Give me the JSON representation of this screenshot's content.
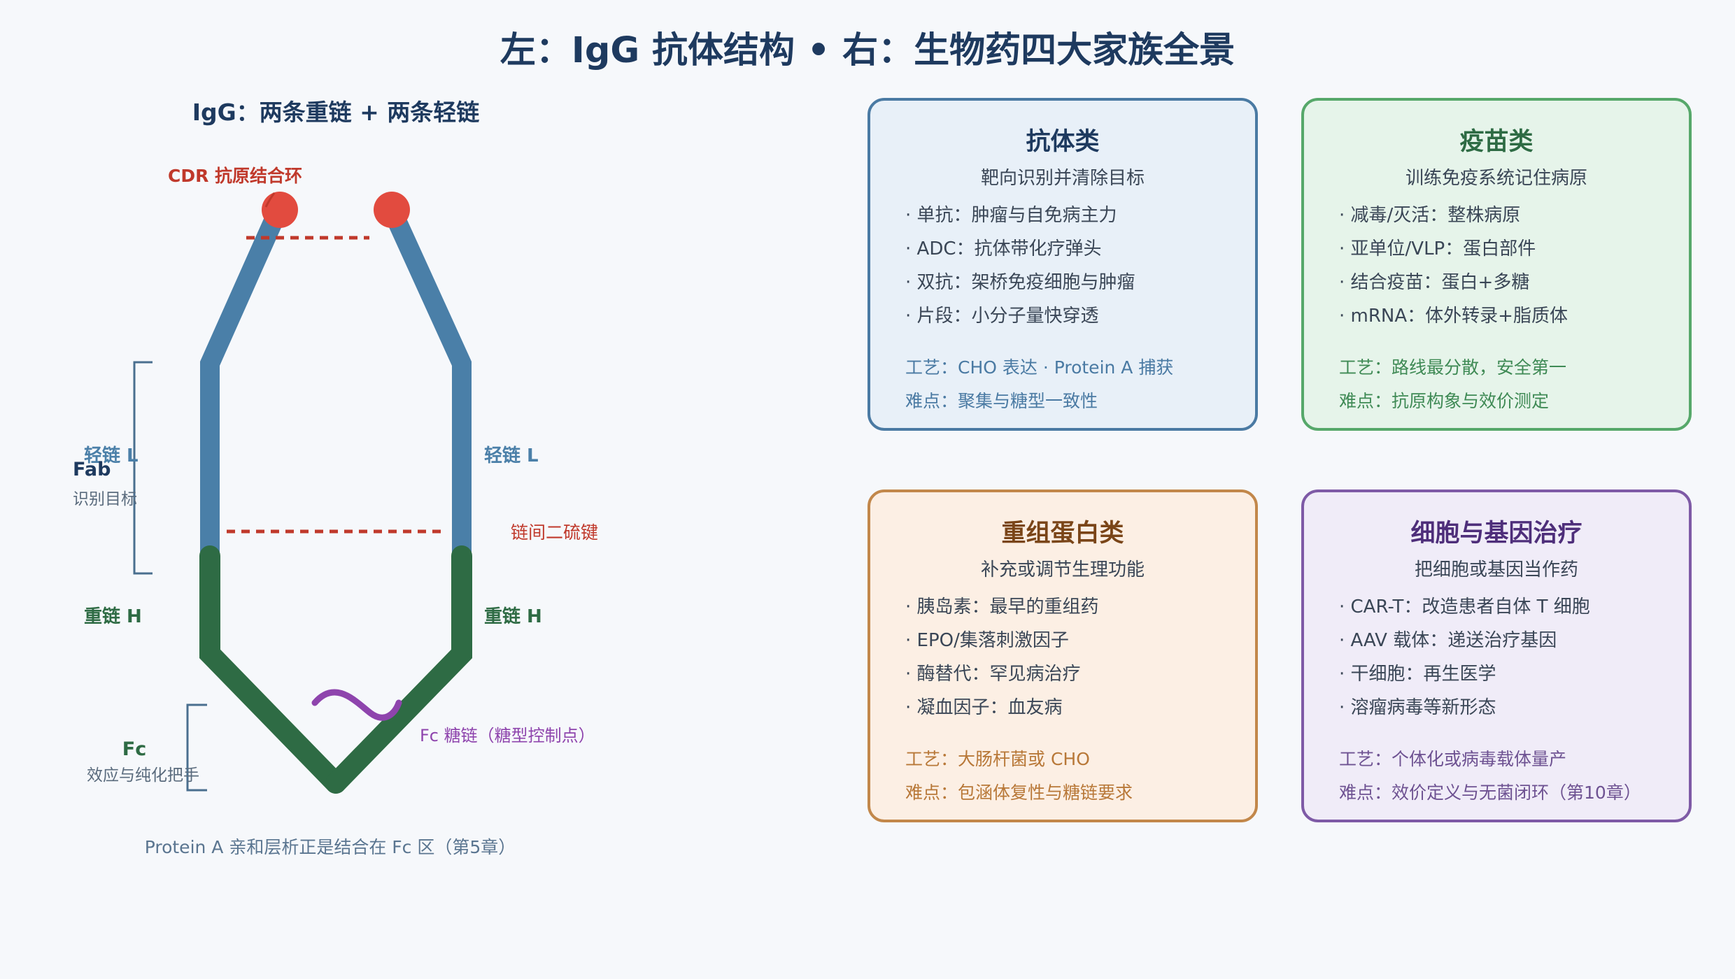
{
  "title": "左：IgG 抗体结构 • 右：生物药四大家族全景",
  "igg": {
    "heading": "IgG：两条重链 + 两条轻链",
    "cdr_label": "CDR 抗原结合环",
    "light_chain_left": "轻链 L",
    "light_chain_right": "轻链 L",
    "fab_label": "Fab",
    "fab_desc": "识别目标",
    "disulfide_label": "链间二硫键",
    "heavy_chain_left": "重链 H",
    "heavy_chain_right": "重链 H",
    "fc_label": "Fc",
    "fc_desc": "效应与纯化把手",
    "glycan_label": "Fc 糖链（糖型控制点）",
    "footnote": "Protein A 亲和层析正是结合在 Fc 区（第5章）"
  },
  "colors": {
    "light_chain": "#4a7fa8",
    "heavy_chain": "#2e6b44",
    "cdr": "#e24b3f",
    "disulfide": "#c0392b",
    "glycan": "#8e44ad"
  },
  "cards": [
    {
      "title": "抗体类",
      "subtitle": "靶向识别并清除目标",
      "items": [
        "· 单抗：肿瘤与自免病主力",
        "· ADC：抗体带化疗弹头",
        "· 双抗：架桥免疫细胞与肿瘤",
        "· 片段：小分子量快穿透"
      ],
      "notes": [
        "工艺：CHO 表达 · Protein A 捕获",
        "难点：聚集与糖型一致性"
      ]
    },
    {
      "title": "疫苗类",
      "subtitle": "训练免疫系统记住病原",
      "items": [
        "· 减毒/灭活：整株病原",
        "· 亚单位/VLP：蛋白部件",
        "· 结合疫苗：蛋白+多糖",
        "· mRNA：体外转录+脂质体"
      ],
      "notes": [
        "工艺：路线最分散，安全第一",
        "难点：抗原构象与效价测定"
      ]
    },
    {
      "title": "重组蛋白类",
      "subtitle": "补充或调节生理功能",
      "items": [
        "· 胰岛素：最早的重组药",
        "· EPO/集落刺激因子",
        "· 酶替代：罕见病治疗",
        "· 凝血因子：血友病"
      ],
      "notes": [
        "工艺：大肠杆菌或 CHO",
        "难点：包涵体复性与糖链要求"
      ]
    },
    {
      "title": "细胞与基因治疗",
      "subtitle": "把细胞或基因当作药",
      "items": [
        "· CAR-T：改造患者自体 T 细胞",
        "· AAV 载体：递送治疗基因",
        "· 干细胞：再生医学",
        "· 溶瘤病毒等新形态"
      ],
      "notes": [
        "工艺：个体化或病毒载体量产",
        "难点：效价定义与无菌闭环（第10章）"
      ]
    }
  ]
}
